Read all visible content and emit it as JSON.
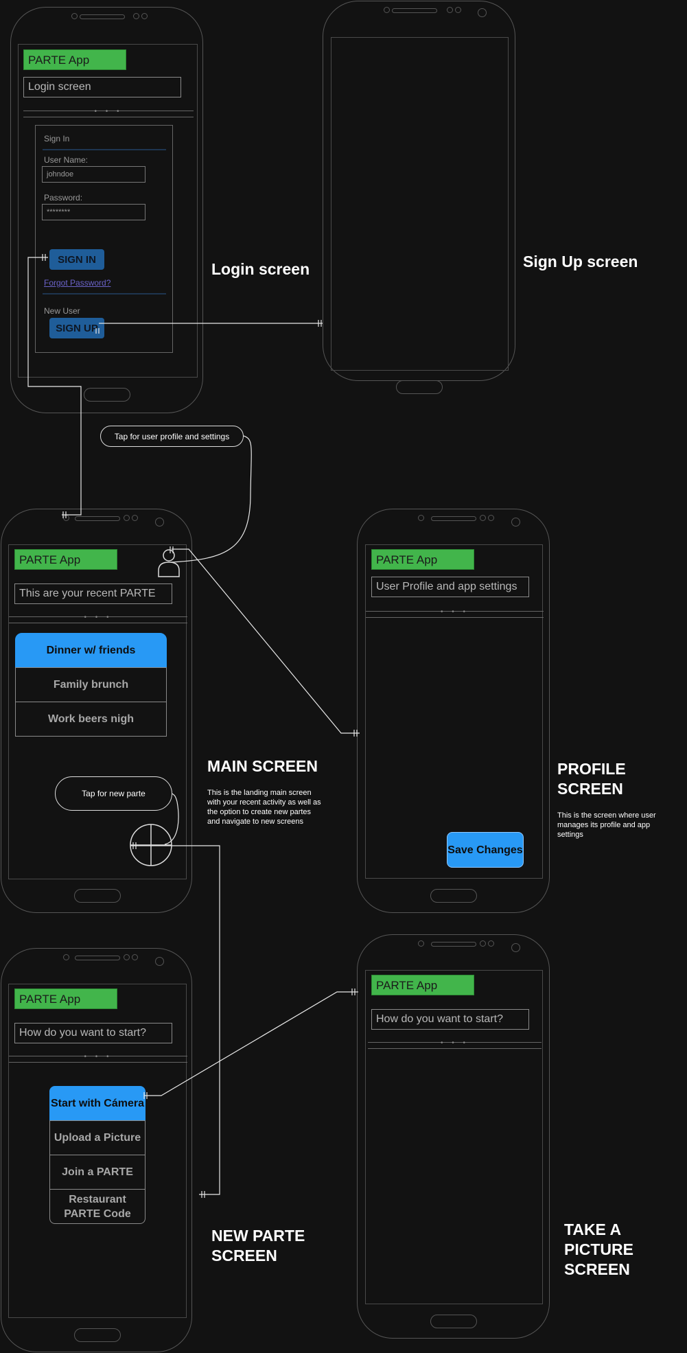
{
  "app": {
    "name": "PARTE App"
  },
  "login": {
    "subtitle": "Login screen",
    "form": {
      "title": "Sign In",
      "username_label": "User Name:",
      "username_value": "johndoe",
      "password_label": "Password:",
      "password_value": "********",
      "sign_in": "SIGN IN",
      "forgot": "Forgot Password?",
      "new_user": "New User",
      "sign_up": "SIGN UP"
    },
    "caption": "Login screen"
  },
  "signup": {
    "caption": "Sign Up screen"
  },
  "main": {
    "subtitle": "This are your recent PARTE",
    "partes": [
      "Dinner w/ friends",
      "Family brunch",
      "Work beers nigh"
    ],
    "caption": "MAIN SCREEN",
    "desc": "This is the landing main screen with your recent activity as well as the option to create new partes and navigate to new screens",
    "bubble_profile": "Tap for user profile and settings",
    "bubble_new": "Tap for new parte"
  },
  "profile": {
    "subtitle": "User Profile and app settings",
    "save": "Save Changes",
    "caption": "PROFILE SCREEN",
    "desc": "This is the screen where user manages its profile and app settings"
  },
  "new_parte": {
    "subtitle": "How do you want to start?",
    "options": [
      "Start with Cámera",
      "Upload a Picture",
      "Join a PARTE",
      "Restaurant PARTE Code"
    ],
    "caption": "NEW PARTE SCREEN"
  },
  "take_picture": {
    "subtitle": "How do you want to start?",
    "caption": "TAKE A PICTURE SCREEN"
  },
  "colors": {
    "app_bar": "#42b54b",
    "primary": "#2899f5",
    "background": "#121212"
  },
  "icons": [
    "user-icon",
    "plus-circle-icon"
  ]
}
